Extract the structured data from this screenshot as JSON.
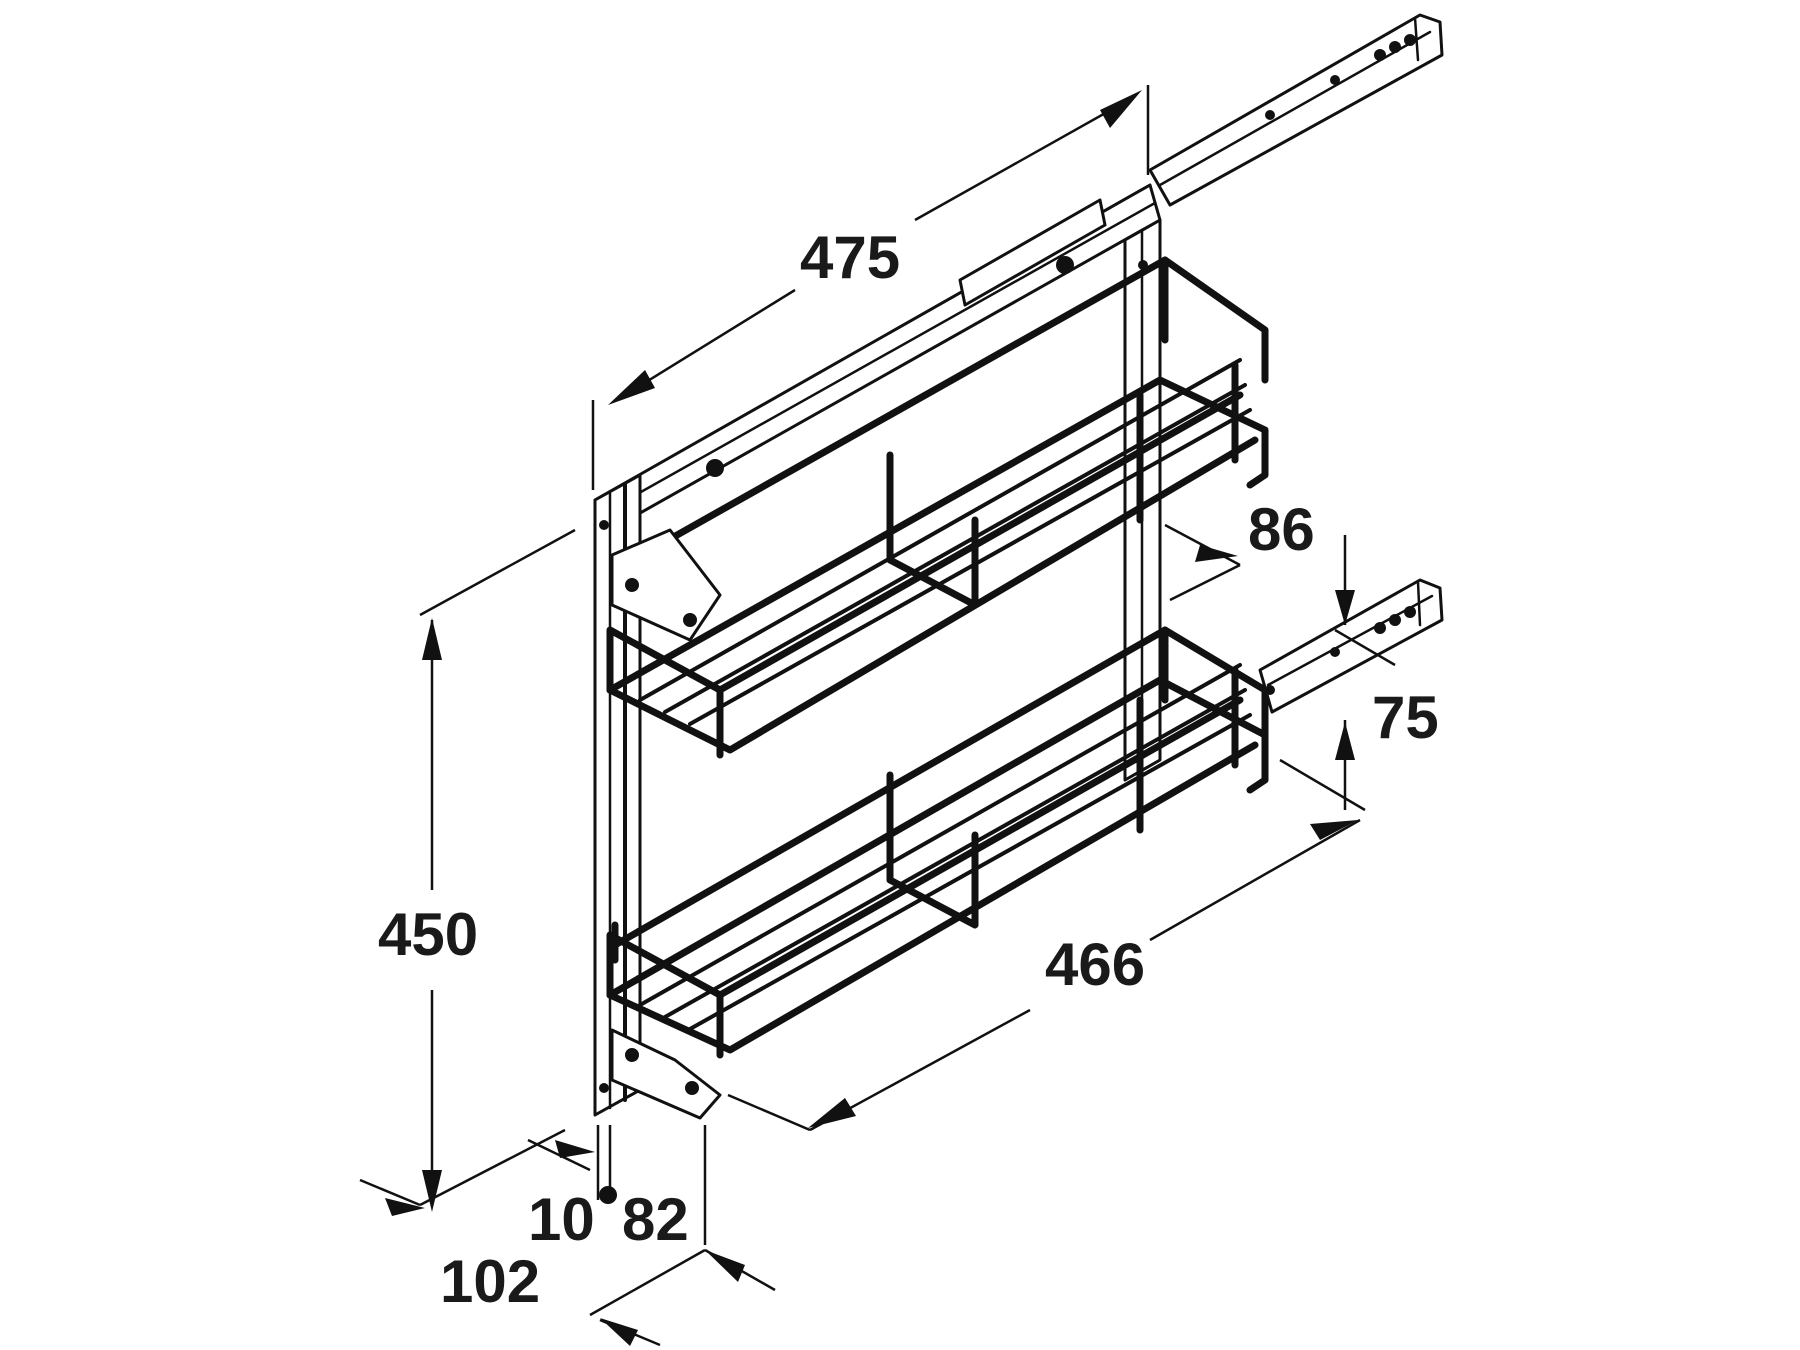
{
  "dimensions": {
    "top_width": "475",
    "height": "450",
    "basket_length": "466",
    "basket_depth": "86",
    "rail_offset": "75",
    "panel_thickness": "10",
    "basket_width": "82",
    "overall_width": "102"
  }
}
